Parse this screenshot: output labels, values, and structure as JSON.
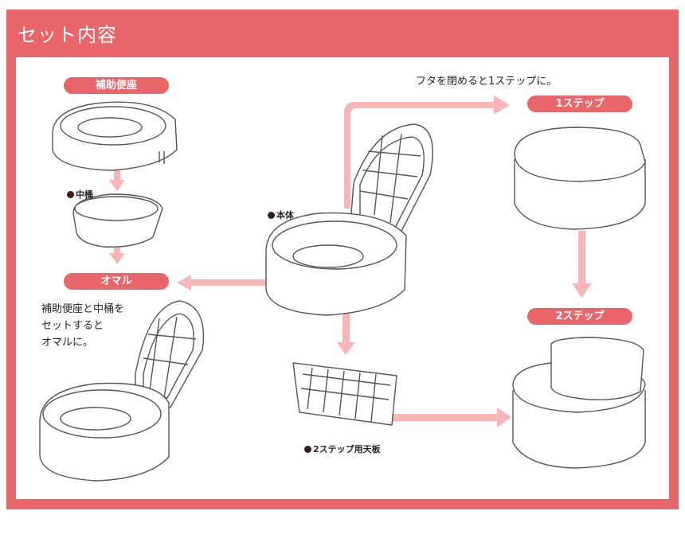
{
  "header": {
    "title": "セット内容"
  },
  "pills": {
    "hojo_benza": "補助便座",
    "omaru": "オマル",
    "one_step": "1ステップ",
    "two_step": "2ステップ"
  },
  "labels": {
    "nakaoke": "中桶",
    "hontai": "本体",
    "tenban": "2ステップ用天板"
  },
  "captions": {
    "lid_close": "フタを閉めると1ステップに。",
    "omaru_line1": "補助便座と中桶を",
    "omaru_line2": "セットすると",
    "omaru_line3": "オマルに。"
  },
  "colors": {
    "accent": "#e8666a",
    "arrow": "#f7b6b8",
    "stroke": "#555555"
  }
}
